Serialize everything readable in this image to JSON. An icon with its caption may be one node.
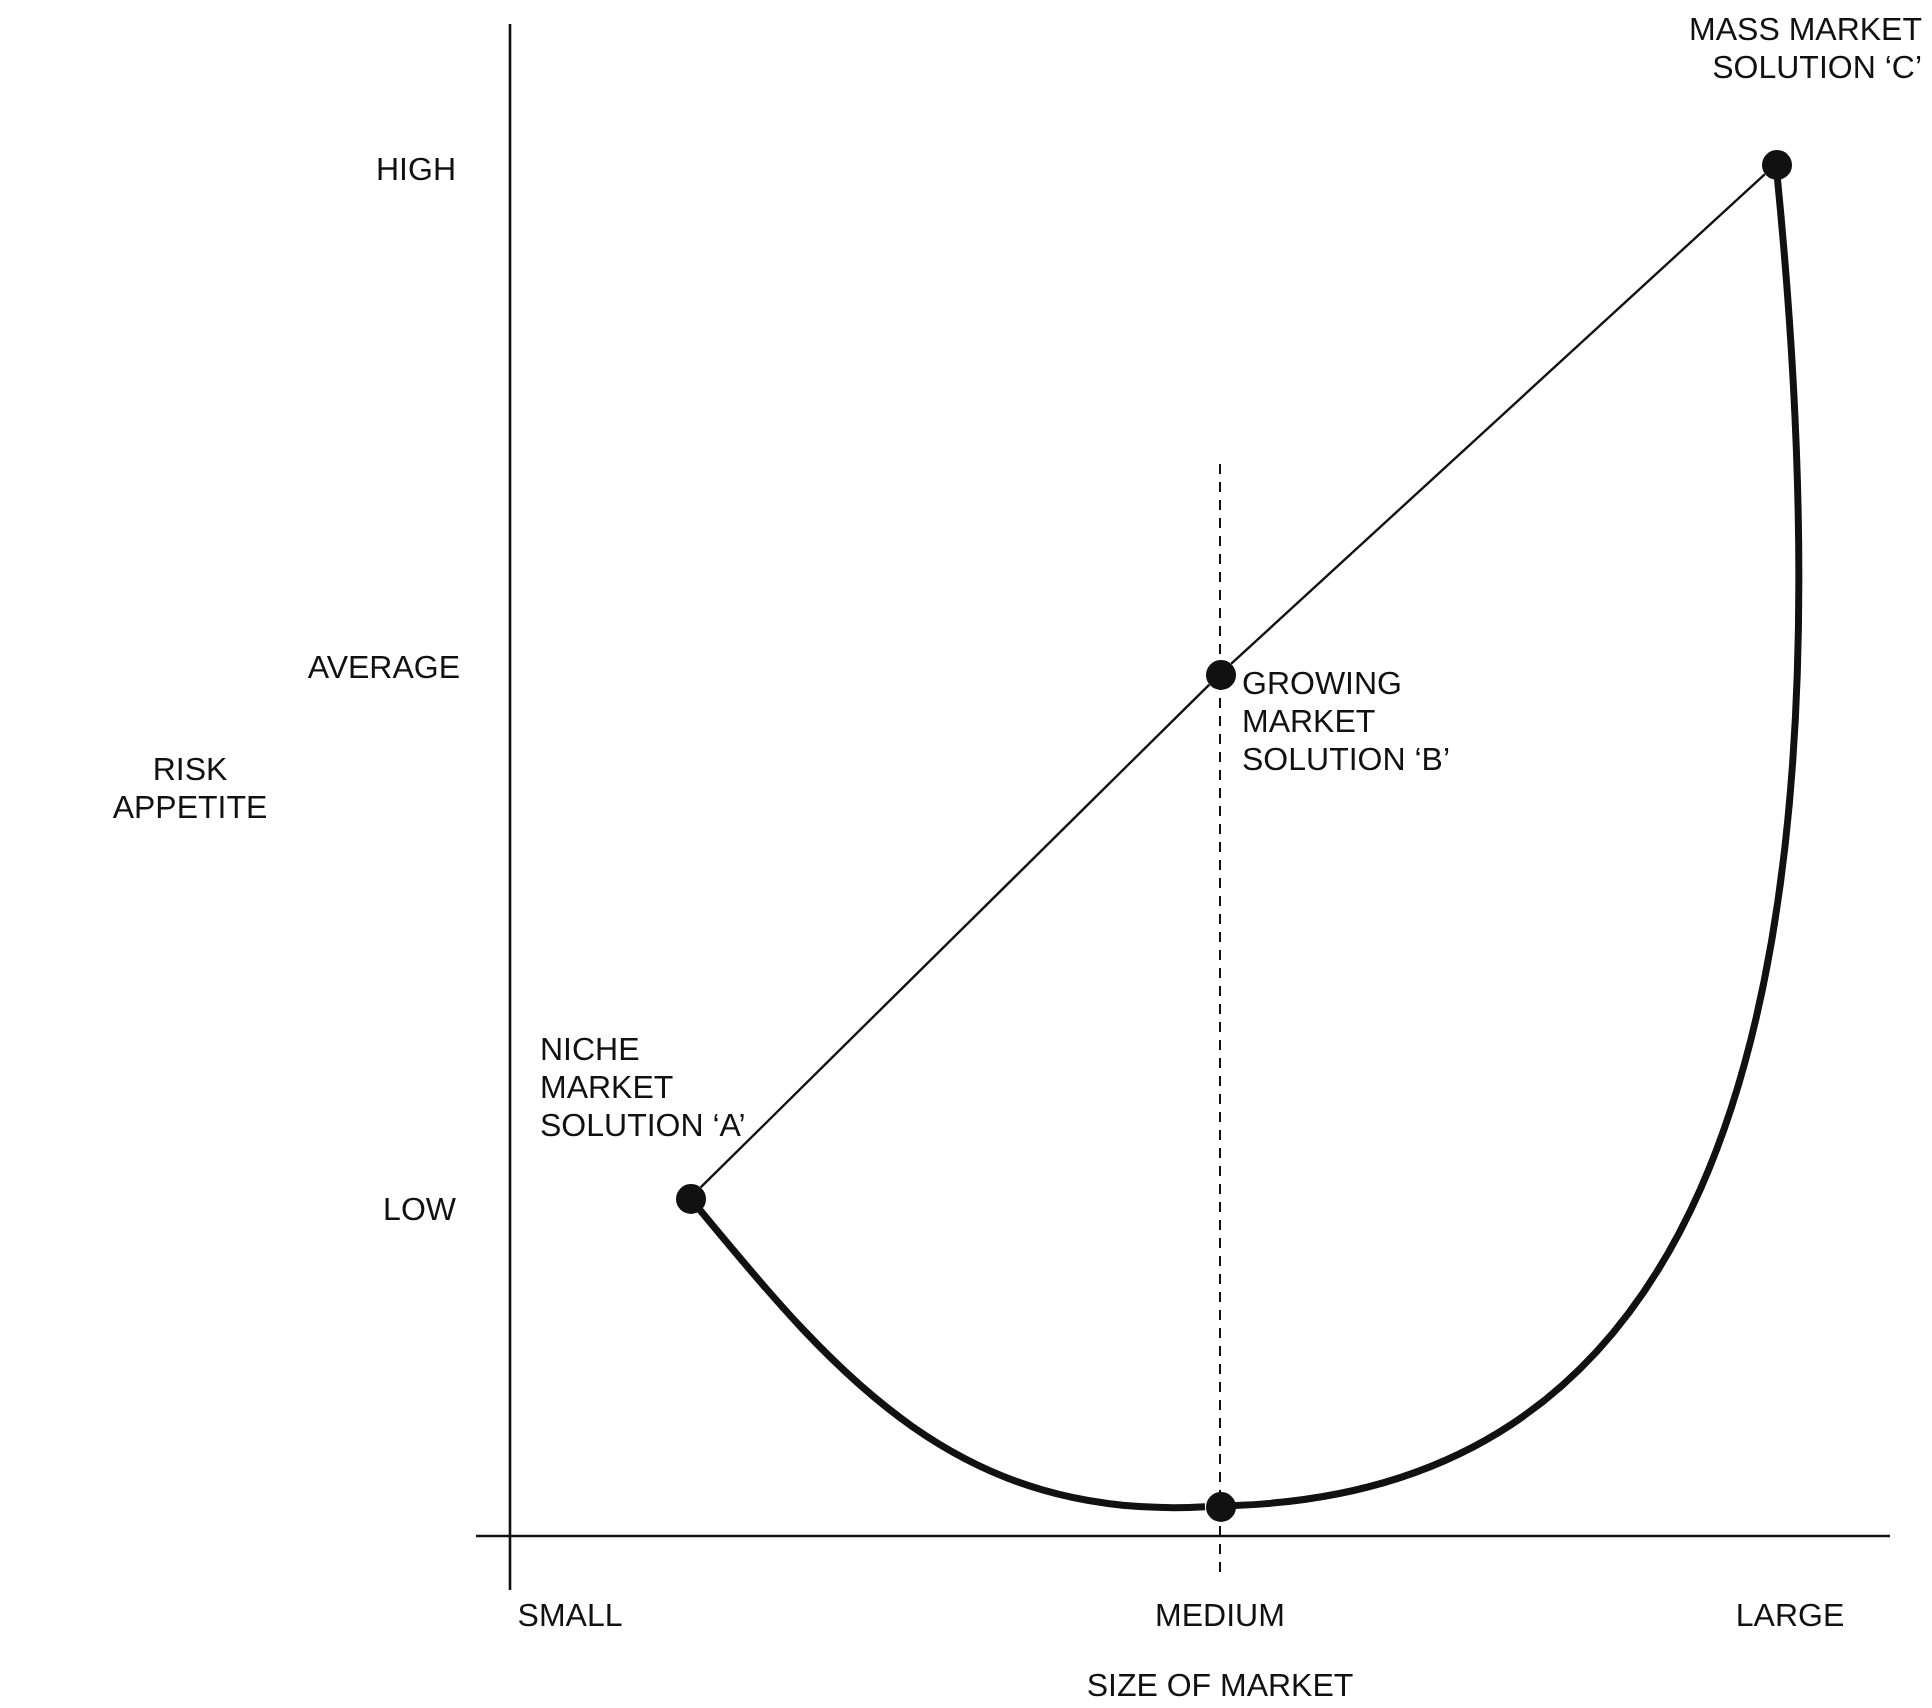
{
  "diagram": {
    "nodes": [
      {
        "text": [],
        "shape": "circle",
        "beside": [
          "NICHE MARKET SOLUTION ‘A’"
        ]
      },
      {
        "text": [],
        "shape": "circle",
        "beside": [
          "GROWING MARKET SOLUTION ‘B’"
        ]
      },
      {
        "text": [],
        "shape": "circle",
        "beside": [
          "MASS MARKET SOLUTION ‘C’"
        ]
      },
      {
        "text": [],
        "shape": "circle"
      }
    ],
    "edges": [
      {
        "from": 0,
        "to": 1,
        "arrow": "none"
      },
      {
        "from": 1,
        "to": 2,
        "arrow": "none"
      },
      {
        "from": 0,
        "to": 3,
        "arrow": "none",
        "style": "thick"
      },
      {
        "from": 3,
        "to": 2,
        "arrow": "none",
        "style": "thick"
      }
    ],
    "labels": [
      "HIGH",
      "AVERAGE",
      "RISK APPETITE",
      "LOW",
      "SMALL",
      "MEDIUM",
      "LARGE",
      "SIZE OF MARKET"
    ]
  }
}
